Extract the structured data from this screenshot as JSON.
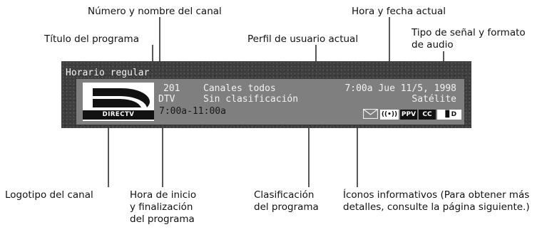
{
  "labels": {
    "channel_number_name": "Número y nombre del canal",
    "program_title": "Título del programa",
    "user_profile": "Perfil de usuario actual",
    "time_date": "Hora y fecha actual",
    "signal_audio": "Tipo de señal y formato\nde audio",
    "channel_logo": "Logotipo del canal",
    "start_end_time": "Hora de inicio\ny finalización\ndel programa",
    "rating": "Clasificación\ndel programa",
    "info_icons": "Íconos informativos (Para obtener más\ndetalles, consulte la página siguiente.)"
  },
  "banner": {
    "title": "Horario regular",
    "channel_number": "201",
    "channel_name": "DTV",
    "profile": "Canales todos",
    "rating": "Sin clasificación",
    "time_date": "7:00a Jue 11/5, 1998",
    "signal": "Satélite",
    "schedule": "7:00a-11:00a",
    "logo_text": "DIRECTV",
    "badges": {
      "ppv": "PPV",
      "cc": "CC"
    }
  }
}
